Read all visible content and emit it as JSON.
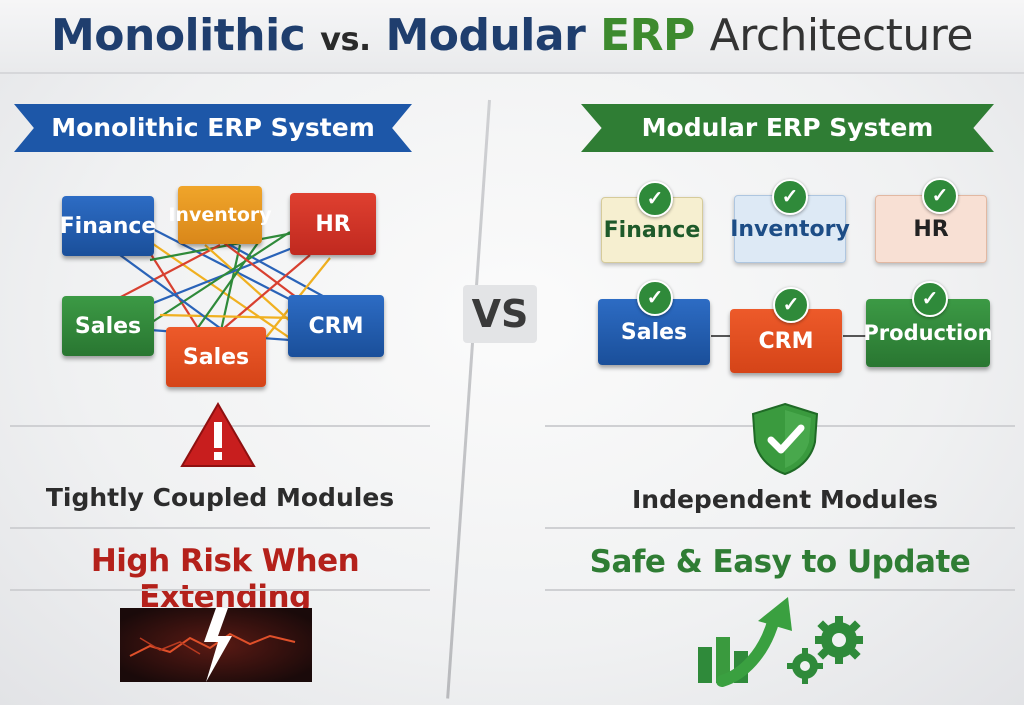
{
  "title": {
    "part1": "Monolithic",
    "part2": "vs.",
    "part3": "Modular",
    "part4": "ERP",
    "part5": "Architecture"
  },
  "left": {
    "banner": "Monolithic ERP System",
    "modules": [
      "Finance",
      "Inventory",
      "HR",
      "Sales",
      "Sales",
      "CRM"
    ],
    "caption": "Tightly Coupled Modules",
    "risk": "High Risk When Extending"
  },
  "center": {
    "vs": "VS"
  },
  "right": {
    "banner": "Modular ERP System",
    "modules": [
      "Finance",
      "Inventory",
      "HR",
      "Sales",
      "CRM",
      "Production"
    ],
    "caption": "Independent Modules",
    "safe": "Safe & Easy to Update"
  },
  "icons": [
    "warning-icon",
    "check-icon",
    "shield-check-icon",
    "lightning-crack-icon",
    "growth-arrow-icon",
    "gears-icon"
  ],
  "colors": {
    "blue": "#1d57a8",
    "green": "#2f7d34",
    "red": "#c0291f",
    "orange": "#d9871a"
  }
}
